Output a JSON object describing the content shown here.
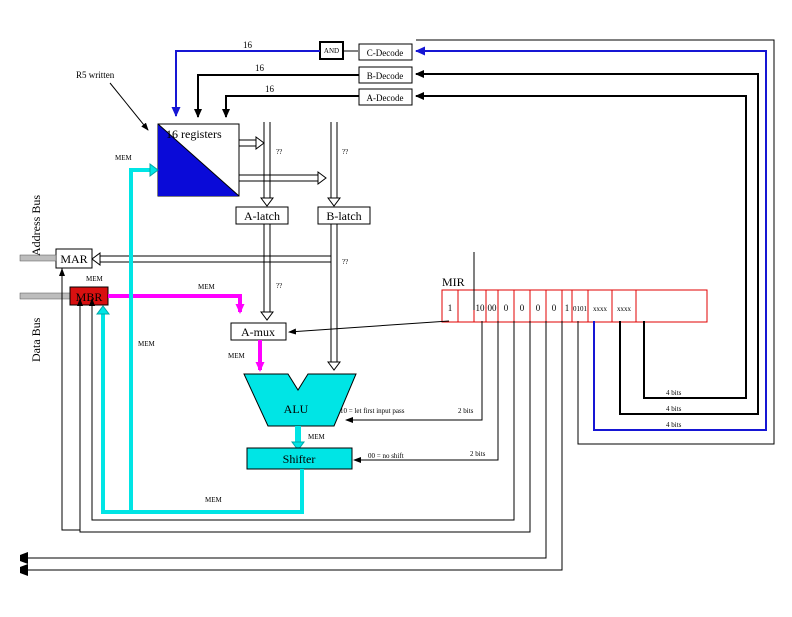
{
  "labels": {
    "r5_written": "R5 written",
    "registers": "16 registers",
    "mem_reg": "MEM",
    "q_reg_a": "??",
    "q_reg_b": "??",
    "a_latch": "A-latch",
    "b_latch": "B-latch",
    "address_bus": "Address Bus",
    "data_bus": "Data Bus",
    "mar": "MAR",
    "mbr": "MBR",
    "mem_mbr": "MEM",
    "mem_mbr_path": "MEM",
    "q_mar_path": "??",
    "q_amux": "??",
    "amux": "A-mux",
    "mem_left": "MEM",
    "mem_amux_out": "MEM",
    "alu": "ALU",
    "alu_note": "10 = let first input pass",
    "two_bits_alu": "2 bits",
    "mem_alu_out": "MEM",
    "shifter": "Shifter",
    "shift_note": "00 = no shift",
    "two_bits_shift": "2 bits",
    "mem_bottom": "MEM",
    "mir": "MIR",
    "n16_c": "16",
    "n16_b": "16",
    "n16_a": "16",
    "and": "AND",
    "c_decode": "C-Decode",
    "b_decode": "B-Decode",
    "a_decode": "A-Decode",
    "four_bits_1": "4 bits",
    "four_bits_2": "4 bits",
    "four_bits_3": "4 bits"
  },
  "mir_fields": [
    "1",
    "",
    "10",
    "00",
    "0",
    "0",
    "0",
    "0",
    "1",
    "0101",
    "xxxx",
    "xxxx"
  ],
  "colors": {
    "registers_fill": "#0a0ad8",
    "mbr_fill": "#d81010",
    "cyan": "#00e5e5",
    "cyan_stroke": "#00a6a6",
    "magenta": "#ff00ff",
    "blue_line": "#1616d4",
    "mir_border": "#e00000"
  }
}
